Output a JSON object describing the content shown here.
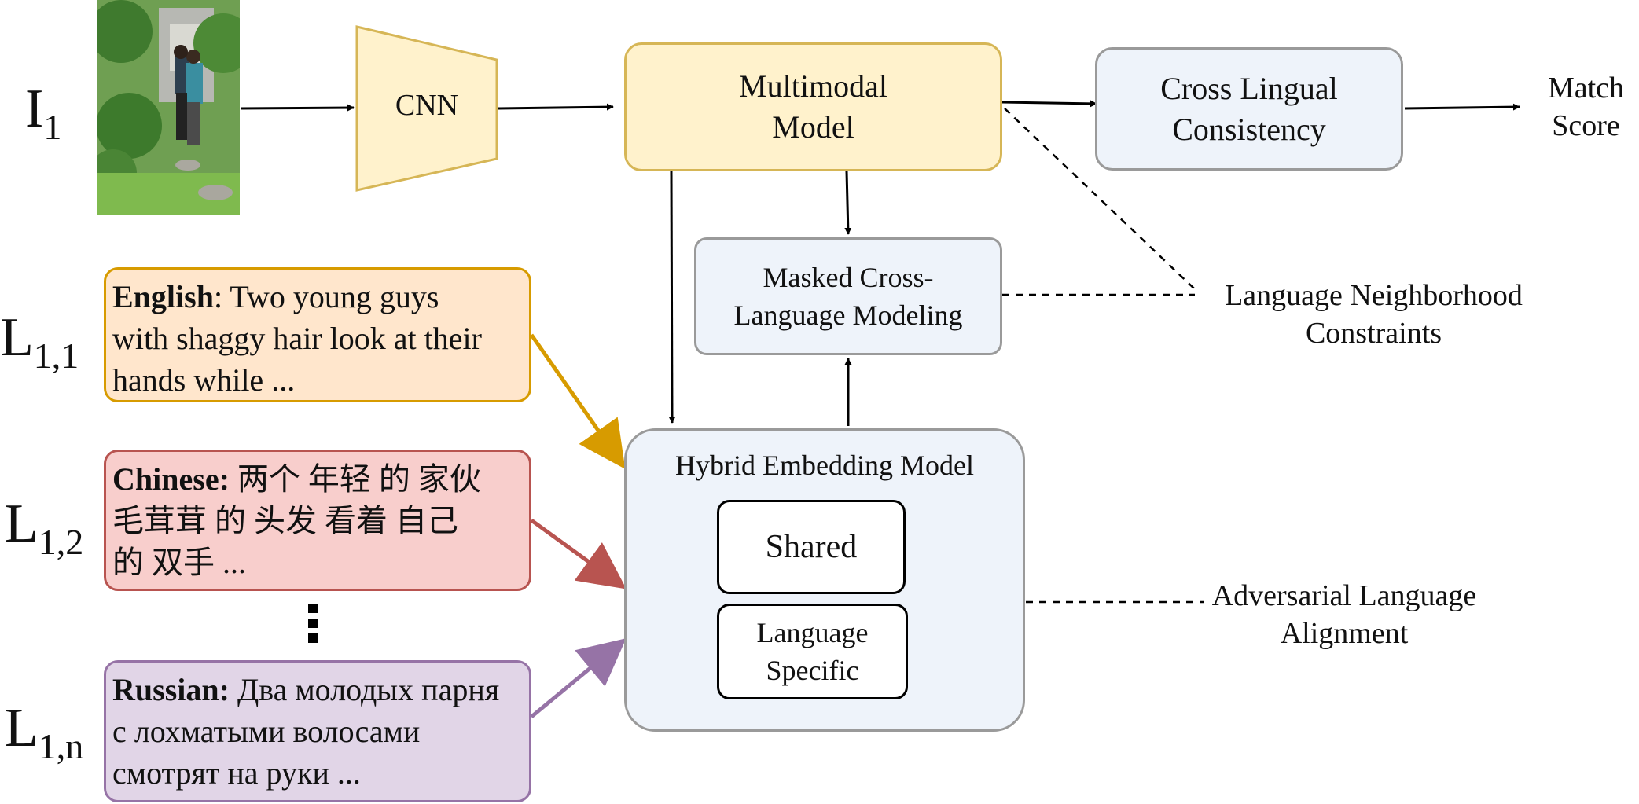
{
  "image_label": {
    "main": "I",
    "sub": "1"
  },
  "cnn": {
    "label": "CNN"
  },
  "multimodal": {
    "line1": "Multimodal",
    "line2": "Model"
  },
  "cross_lingual": {
    "line1": "Cross Lingual",
    "line2": "Consistency"
  },
  "output": {
    "line1": "Match",
    "line2": "Score"
  },
  "masked": {
    "line1": "Masked Cross-",
    "line2": "Language Modeling"
  },
  "neighborhood": {
    "line1": "Language Neighborhood",
    "line2": "Constraints"
  },
  "hybrid": {
    "title": "Hybrid Embedding Model",
    "shared": "Shared",
    "specific_line1": "Language",
    "specific_line2": "Specific"
  },
  "adversarial": {
    "line1": "Adversarial Language",
    "line2": "Alignment"
  },
  "languages": [
    {
      "var_main": "L",
      "var_sub": "1,1",
      "name": "English",
      "sep": ":",
      "lines": [
        " Two young guys",
        "with shaggy hair look at their",
        "hands while ..."
      ]
    },
    {
      "var_main": "L",
      "var_sub": "1,2",
      "name": "Chinese:",
      "sep": "",
      "lines": [
        " 两个 年轻 的 家伙",
        "毛茸茸 的 头发 看着 自己",
        "的 双手 ..."
      ]
    },
    {
      "var_main": "L",
      "var_sub": "1,n",
      "name": "Russian:",
      "sep": "",
      "lines": [
        " Два молодых парня",
        "с лохматыми волосами",
        "смотрят на руки ..."
      ]
    }
  ],
  "colors": {
    "yellow_fill": "#fff2cc",
    "yellow_border": "#d6b656",
    "blue_fill": "#eef3fa",
    "grey_border": "#9a9a9a",
    "english": "#d79b00",
    "chinese": "#b85450",
    "russian": "#9673a6"
  }
}
